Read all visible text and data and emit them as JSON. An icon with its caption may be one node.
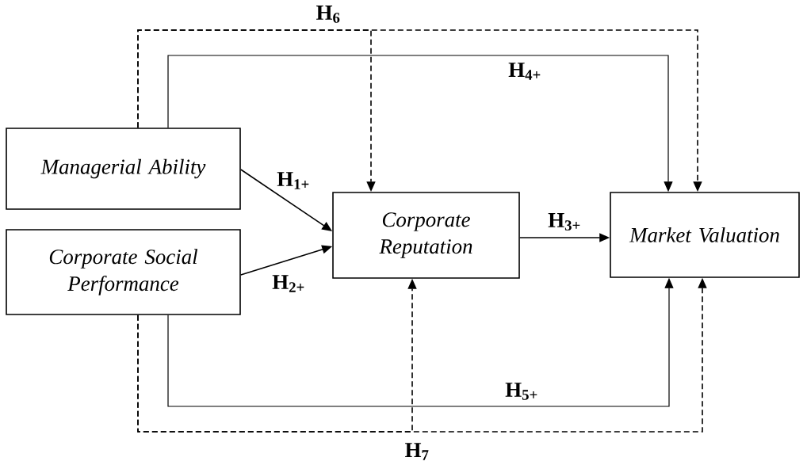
{
  "diagram": {
    "nodes": [
      {
        "text": [
          "Managerial Ability"
        ]
      },
      {
        "text": [
          "Corporate Social Performance"
        ]
      },
      {
        "text": [
          "Corporate Reputation"
        ]
      },
      {
        "text": [
          "Market Valuation"
        ]
      }
    ],
    "edges": [
      {
        "from": 0,
        "to": 2,
        "arrow": "to",
        "label": "H$_{1+}$"
      },
      {
        "from": 1,
        "to": 2,
        "arrow": "to",
        "label": "H$_{2+}$"
      },
      {
        "from": 2,
        "to": 3,
        "arrow": "to",
        "label": "H$_{3+}$"
      },
      {
        "from": 0,
        "to": 3,
        "arrow": "to",
        "label": "H$_{4+}$"
      },
      {
        "from": 1,
        "to": 3,
        "arrow": "to",
        "label": "H$_{5+}$"
      },
      {
        "from": 0,
        "to": 2,
        "arrow": "to",
        "style": "dashed",
        "label": "H$_{6}$"
      },
      {
        "from": 0,
        "to": 3,
        "arrow": "to",
        "style": "dashed"
      },
      {
        "from": 1,
        "to": 2,
        "arrow": "to",
        "style": "dashed",
        "label": "H$_{7}$"
      },
      {
        "from": 1,
        "to": 3,
        "arrow": "to",
        "style": "dashed"
      }
    ]
  }
}
